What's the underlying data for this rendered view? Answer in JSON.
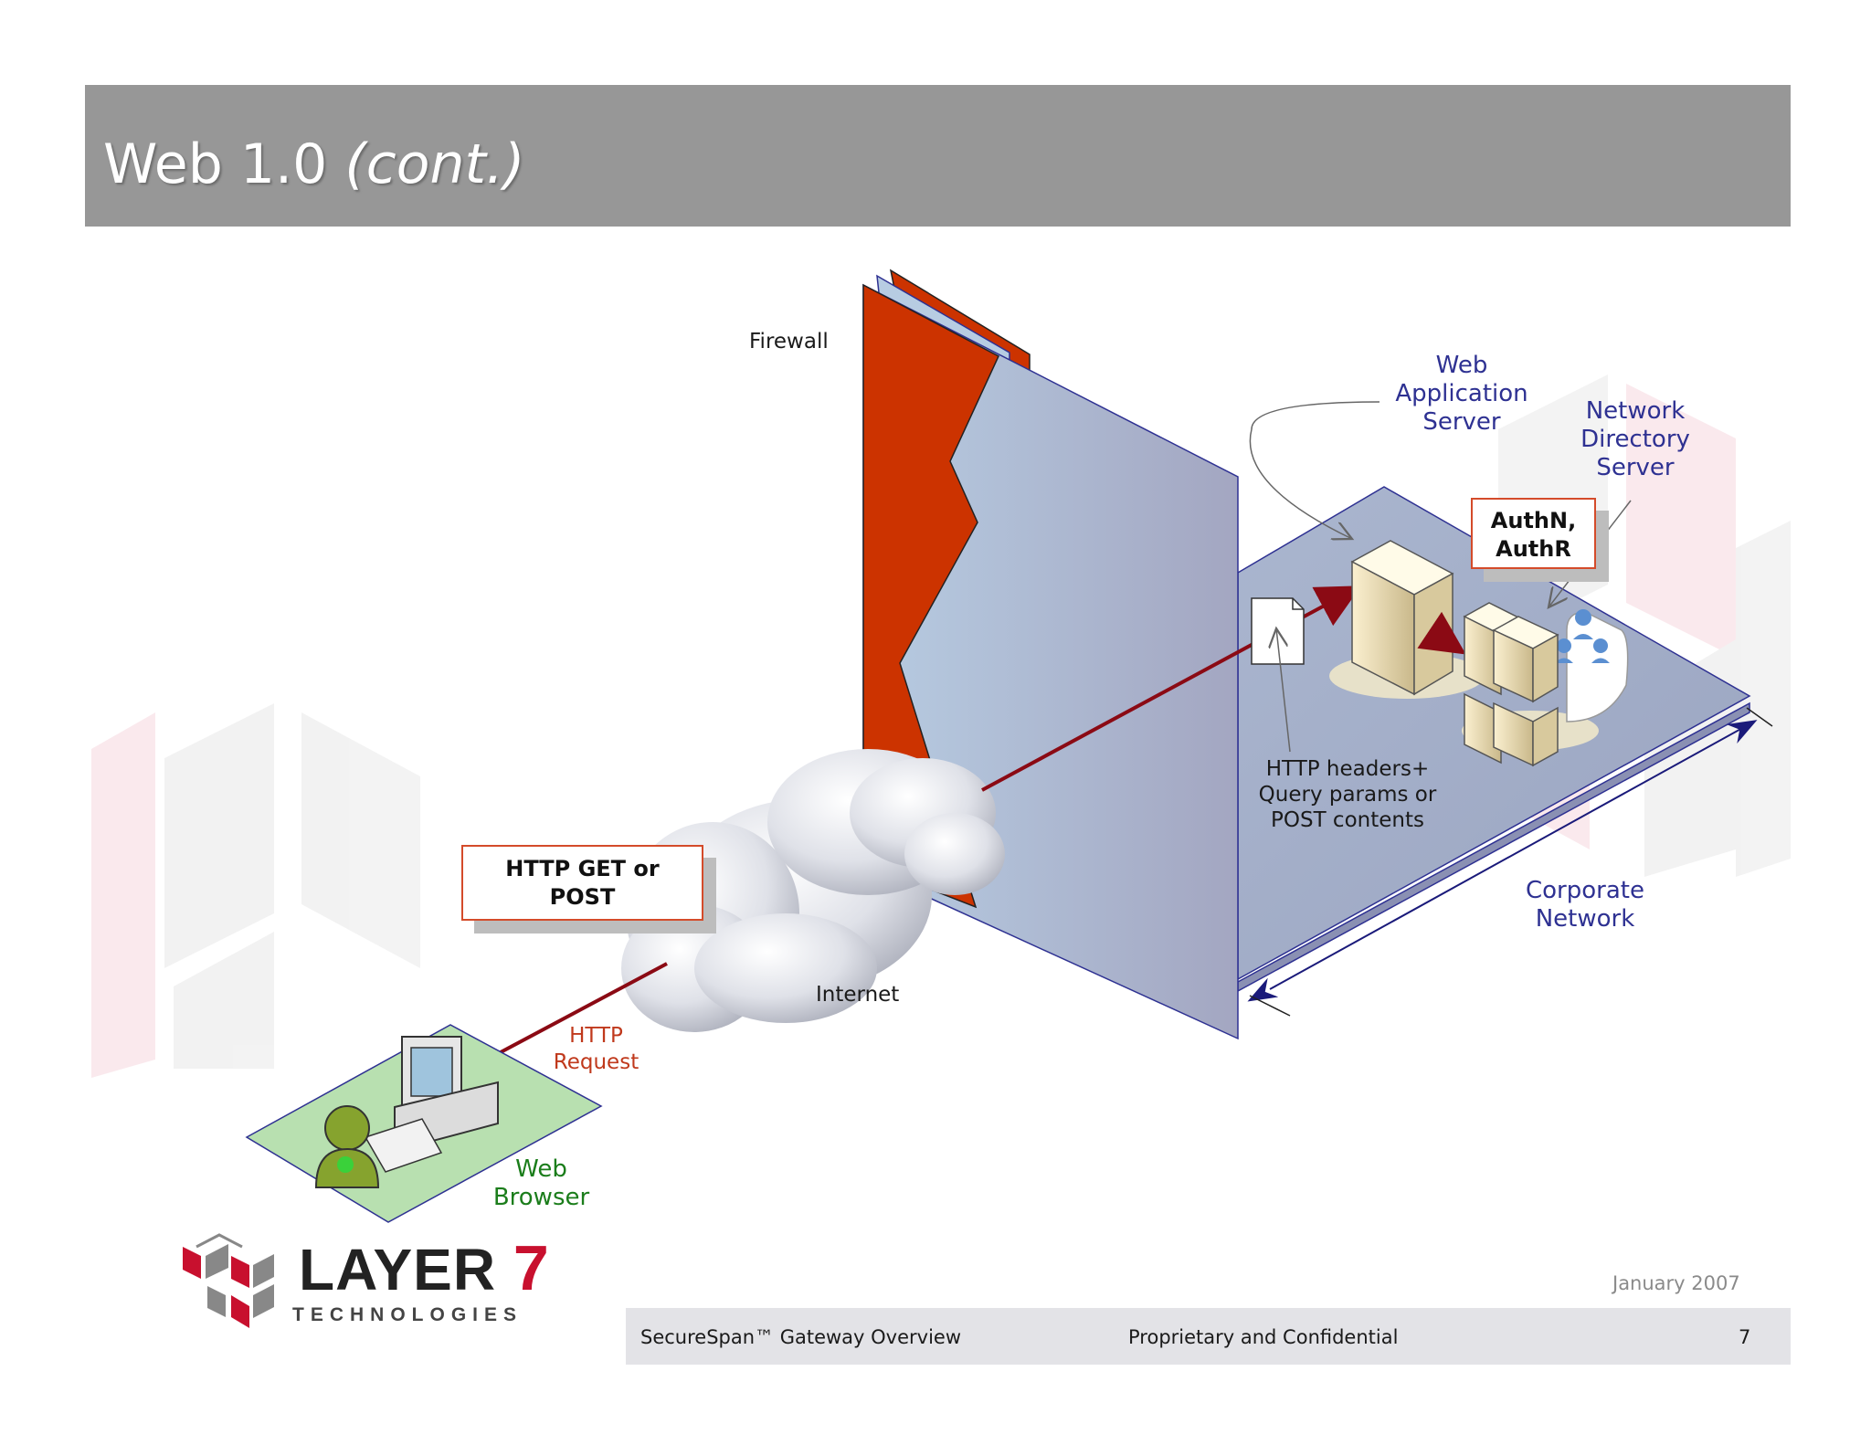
{
  "slide": {
    "title_main": "Web 1.0",
    "title_italic": "(cont.)"
  },
  "diagram": {
    "firewall_label": "Firewall",
    "internet_label": "Internet",
    "web_app_server_label": [
      "Web",
      "Application",
      "Server"
    ],
    "network_directory_label": [
      "Network",
      "Directory",
      "Server"
    ],
    "authn_callout": [
      "AuthN,",
      "AuthR"
    ],
    "http_callout": [
      "HTTP GET or",
      "POST"
    ],
    "http_request_label": [
      "HTTP",
      "Request"
    ],
    "http_headers_label": [
      "HTTP headers+",
      "Query params or",
      "POST contents"
    ],
    "corporate_network_label": [
      "Corporate",
      "Network"
    ],
    "web_browser_label": [
      "Web",
      "Browser"
    ]
  },
  "logo": {
    "word": "LAYER",
    "number": "7",
    "subtitle": "TECHNOLOGIES"
  },
  "footer": {
    "date": "January 2007",
    "left": "SecureSpan™ Gateway Overview",
    "center": "Proprietary and Confidential",
    "page": "7"
  },
  "colors": {
    "title_bar": "#979797",
    "firewall_red": "#cc3300",
    "label_blue": "#2e3192",
    "request_red": "#c0391c",
    "browser_green": "#1b7d1b",
    "connection_line": "#8b0a14"
  }
}
